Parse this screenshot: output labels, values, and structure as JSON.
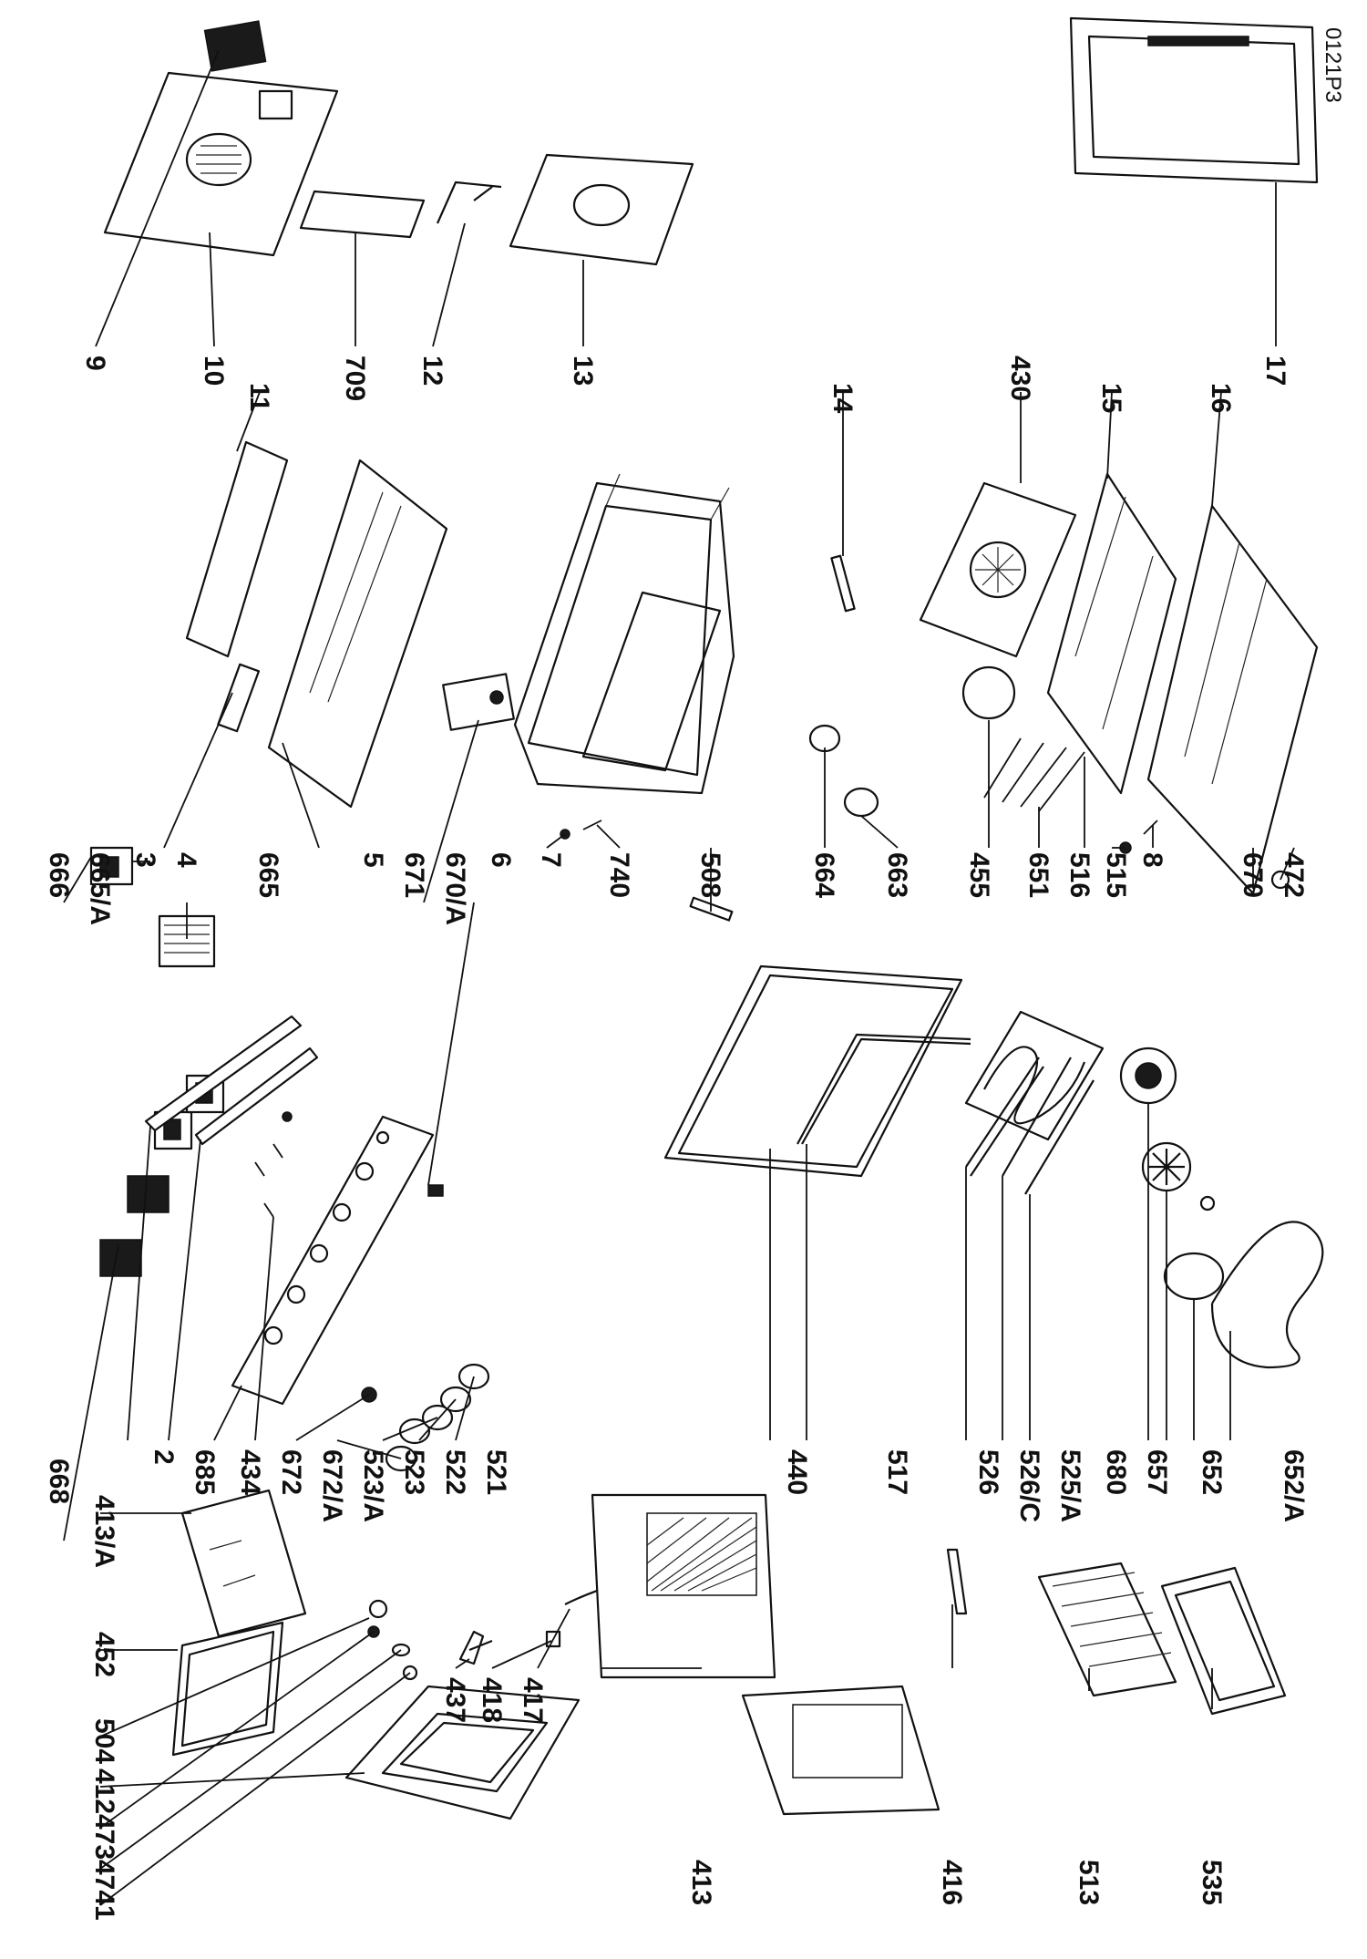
{
  "diagram": {
    "code": "0121P3",
    "labels": {
      "l_413A": "413/A",
      "l_452": "452",
      "l_504": "504",
      "l_412": "412",
      "l_473": "473",
      "l_474": "474",
      "l_1": "1",
      "l_437": "437",
      "l_418": "418",
      "l_417": "417",
      "l_413": "413",
      "l_416": "416",
      "l_513": "513",
      "l_535": "535",
      "l_668": "668",
      "l_2": "2",
      "l_685": "685",
      "l_434": "434",
      "l_672": "672",
      "l_672A": "672/A",
      "l_523A": "523/A",
      "l_523": "523",
      "l_522": "522",
      "l_521": "521",
      "l_440": "440",
      "l_517": "517",
      "l_526": "526",
      "l_526C": "526/C",
      "l_525A": "525/A",
      "l_680": "680",
      "l_657": "657",
      "l_652": "652",
      "l_652A": "652/A",
      "l_666": "666",
      "l_665A": "665/A",
      "l_665": "665",
      "l_671": "671",
      "l_670A": "670/A",
      "l_6": "6",
      "l_3": "3",
      "l_4": "4",
      "l_5": "5",
      "l_7": "7",
      "l_740": "740",
      "l_508": "508",
      "l_664": "664",
      "l_663": "663",
      "l_455": "455",
      "l_651": "651",
      "l_516": "516",
      "l_515": "515",
      "l_8": "8",
      "l_670": "670",
      "l_472": "472",
      "l_9": "9",
      "l_10": "10",
      "l_11": "11",
      "l_709": "709",
      "l_12": "12",
      "l_13": "13",
      "l_14": "14",
      "l_430": "430",
      "l_15": "15",
      "l_16": "16",
      "l_17": "17"
    }
  }
}
